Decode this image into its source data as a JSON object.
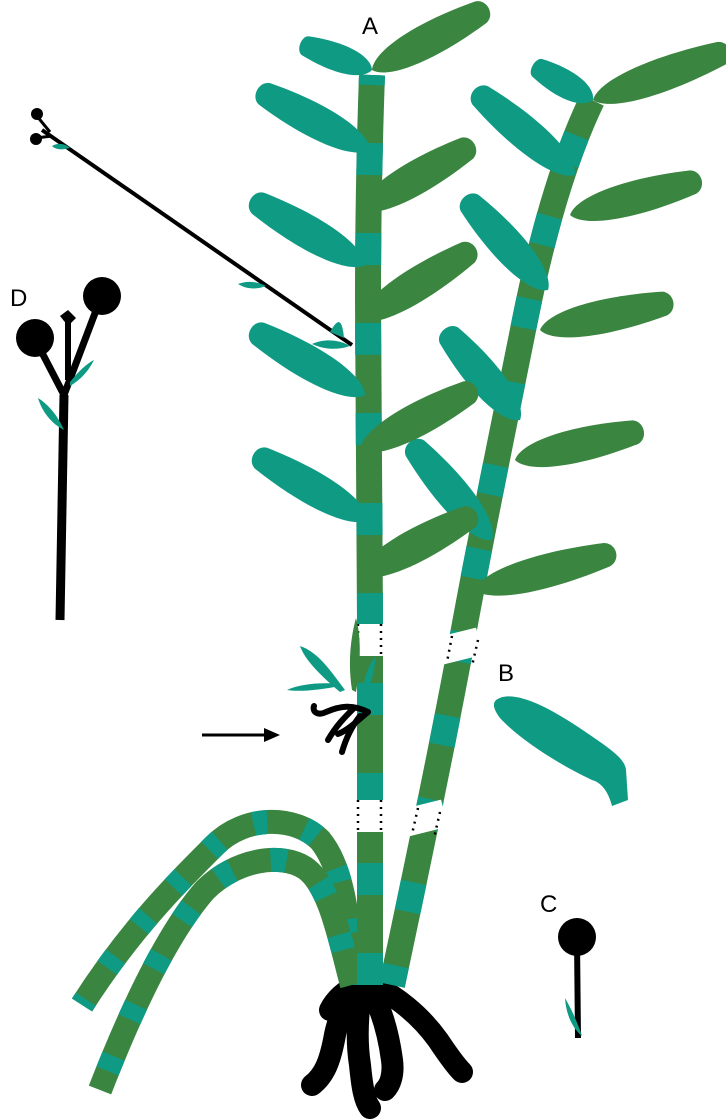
{
  "labels": {
    "a": "A",
    "b": "B",
    "c": "C",
    "d": "D"
  },
  "colors": {
    "stem_dark_green": "#3a8540",
    "leaf_teal": "#0f9a84",
    "ink_black": "#000000",
    "background": "#ffffff"
  },
  "icons": {
    "indicator": "arrow-right-icon"
  }
}
